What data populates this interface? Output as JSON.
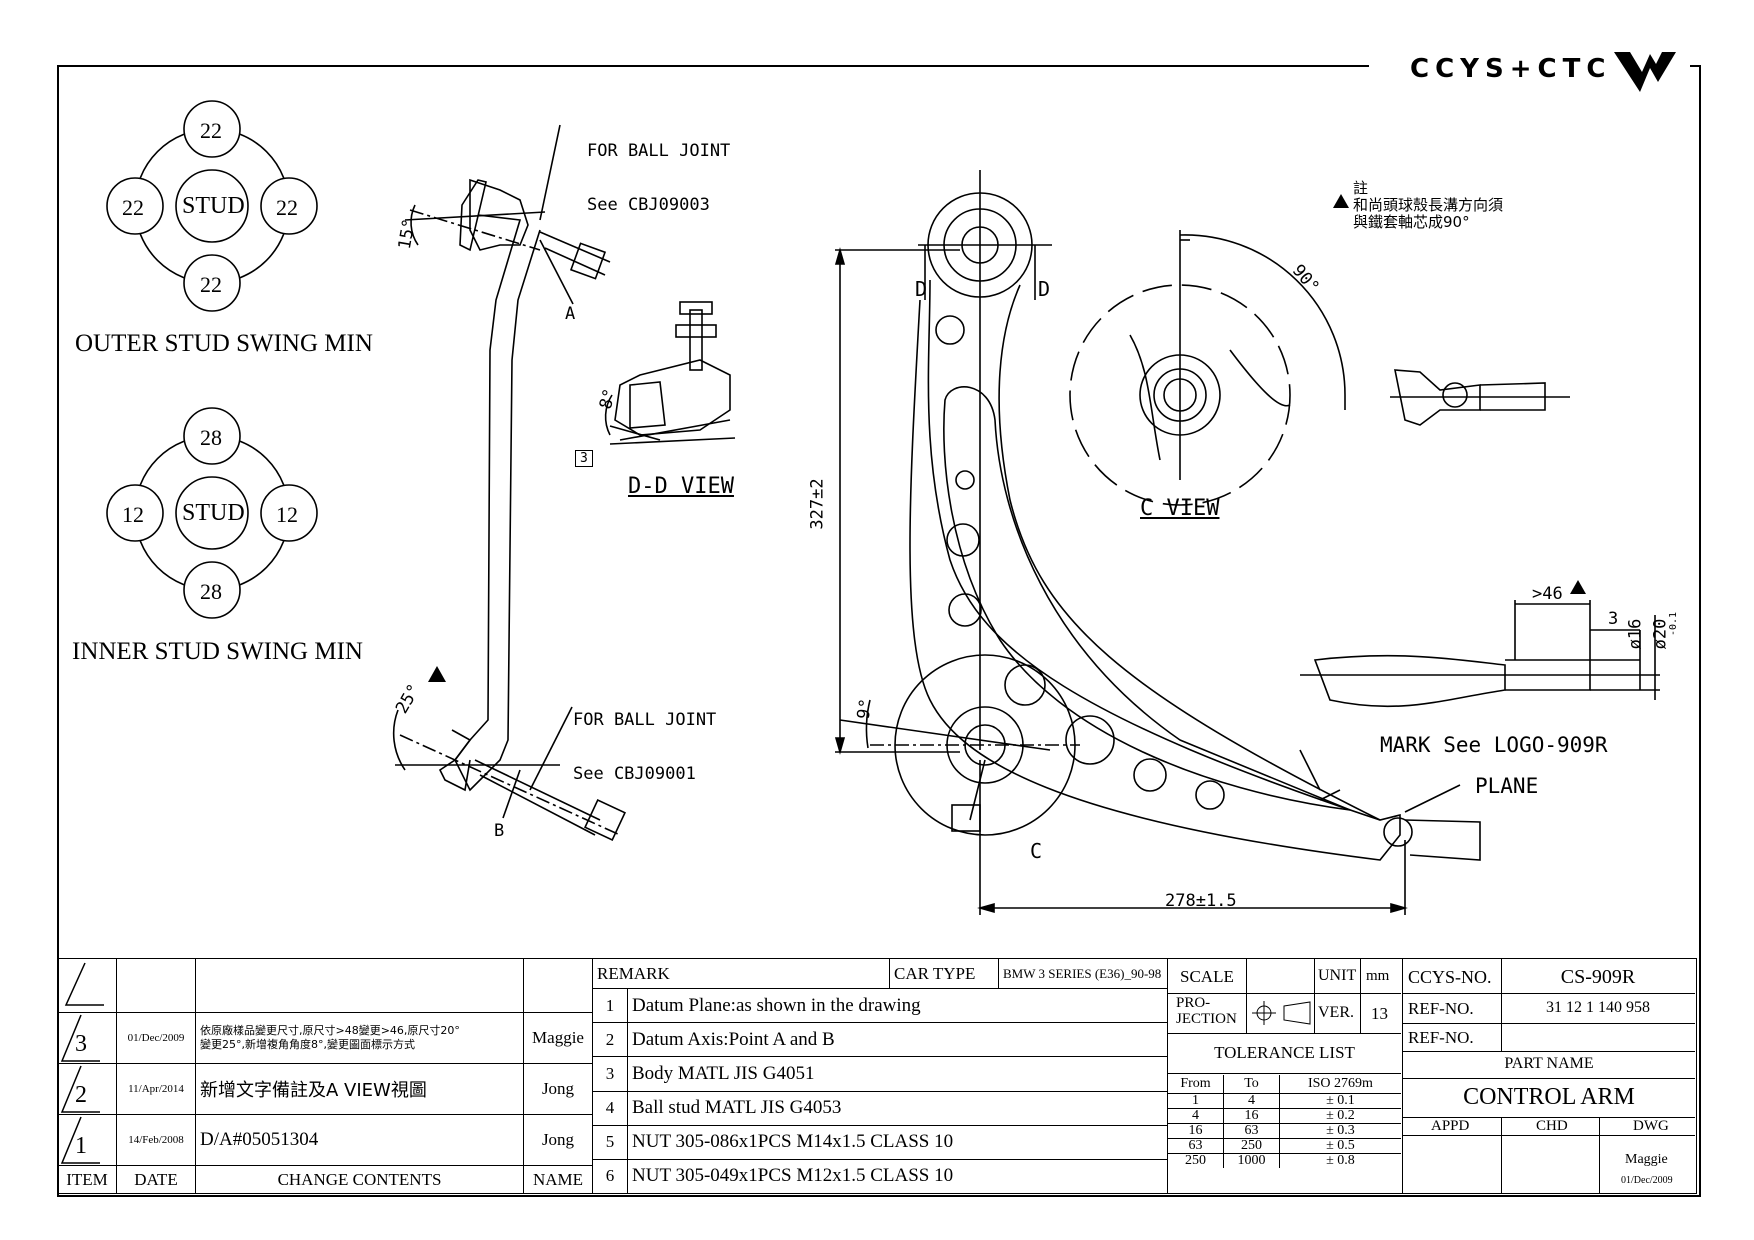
{
  "brand": {
    "logo_text": "CCYS+CTC"
  },
  "swing_diagrams": {
    "outer": {
      "center": "STUD",
      "top": "22",
      "left": "22",
      "right": "22",
      "bottom": "22",
      "unit": "°",
      "caption": "OUTER STUD SWING MIN"
    },
    "inner": {
      "center": "STUD",
      "top": "28",
      "left": "12",
      "right": "12",
      "bottom": "28",
      "unit": "°",
      "caption": "INNER STUD SWING MIN"
    }
  },
  "side_view": {
    "ball_joint_a_line1": "FOR BALL JOINT",
    "ball_joint_a_line2": "See CBJ09003",
    "ball_joint_b_line1": "FOR BALL JOINT",
    "ball_joint_b_line2": "See CBJ09001",
    "angle_top": "15°",
    "angle_bottom": "25°",
    "label_a": "A",
    "label_b": "B",
    "rev_mark": "3"
  },
  "dd_view": {
    "title": "D-D VIEW",
    "angle": "8°",
    "rev_mark": "3"
  },
  "main_view": {
    "height_dim": "327±2",
    "width_dim": "278±1.5",
    "angle": "9°",
    "label_d_left": "D",
    "label_d_right": "D",
    "label_c": "C",
    "mark_note": "MARK See LOGO-909R",
    "plane_note": "PLANE"
  },
  "c_view": {
    "title": "C VIEW",
    "angle": "90°",
    "note_line1": "註",
    "note_line2": "和尚頭球殼長溝方向須",
    "note_line3": "與鐵套軸芯成90°"
  },
  "end_detail": {
    "dim_46": ">46",
    "dim_3": "3",
    "dim_16": "ø16",
    "dim_20": "ø20",
    "tol": "-0.1"
  },
  "revisions": {
    "headers": {
      "item": "ITEM",
      "date": "DATE",
      "contents": "CHANGE CONTENTS",
      "name": "NAME"
    },
    "rows": [
      {
        "item": "3",
        "date": "01/Dec/2009",
        "contents_line1": "依原廠樣品變更尺寸,原尺寸>48變更>46,原尺寸20°",
        "contents_line2": "變更25°,新增複角角度8°,變更圖面標示方式",
        "name": "Maggie"
      },
      {
        "item": "2",
        "date": "11/Apr/2014",
        "contents_line1": "新增文字備註及A VIEW視圖",
        "contents_line2": "",
        "name": "Jong"
      },
      {
        "item": "1",
        "date": "14/Feb/2008",
        "contents_line1": "D/A#05051304",
        "contents_line2": "",
        "name": "Jong"
      }
    ]
  },
  "remarks": {
    "header": "REMARK",
    "car_type_label": "CAR TYPE",
    "car_type_value": "BMW 3 SERIES (E36)_90-98",
    "items": [
      {
        "no": "1",
        "text": "Datum Plane:as shown in the drawing"
      },
      {
        "no": "2",
        "text": "Datum Axis:Point A and B"
      },
      {
        "no": "3",
        "text": "Body MATL JIS G4051"
      },
      {
        "no": "4",
        "text": "Ball stud MATL JIS G4053"
      },
      {
        "no": "5",
        "text": "NUT 305-086x1PCS M14x1.5 CLASS 10"
      },
      {
        "no": "6",
        "text": "NUT 305-049x1PCS M12x1.5 CLASS 10"
      }
    ]
  },
  "spec": {
    "scale_label": "SCALE",
    "unit_label": "UNIT",
    "unit_value": "mm",
    "projection_label": "PRO-\nJECTION",
    "ver_label": "VER.",
    "ver_value": "13",
    "tolerance_title": "TOLERANCE LIST",
    "tol_headers": {
      "from": "From",
      "to": "To",
      "iso": "ISO 2769m"
    },
    "tolerances": [
      {
        "from": "1",
        "to": "4",
        "tol": "± 0.1"
      },
      {
        "from": "4",
        "to": "16",
        "tol": "± 0.2"
      },
      {
        "from": "16",
        "to": "63",
        "tol": "± 0.3"
      },
      {
        "from": "63",
        "to": "250",
        "tol": "± 0.5"
      },
      {
        "from": "250",
        "to": "1000",
        "tol": "± 0.8"
      }
    ]
  },
  "title_block": {
    "ccys_label": "CCYS-NO.",
    "ccys_value": "CS-909R",
    "ref_label": "REF-NO.",
    "ref_value": "31 12 1 140 958",
    "ref2_label": "REF-NO.",
    "part_name_label": "PART NAME",
    "part_name": "CONTROL ARM",
    "appd": "APPD",
    "chd": "CHD",
    "dwg": "DWG",
    "drawer": "Maggie",
    "drawn_date": "01/Dec/2009"
  }
}
